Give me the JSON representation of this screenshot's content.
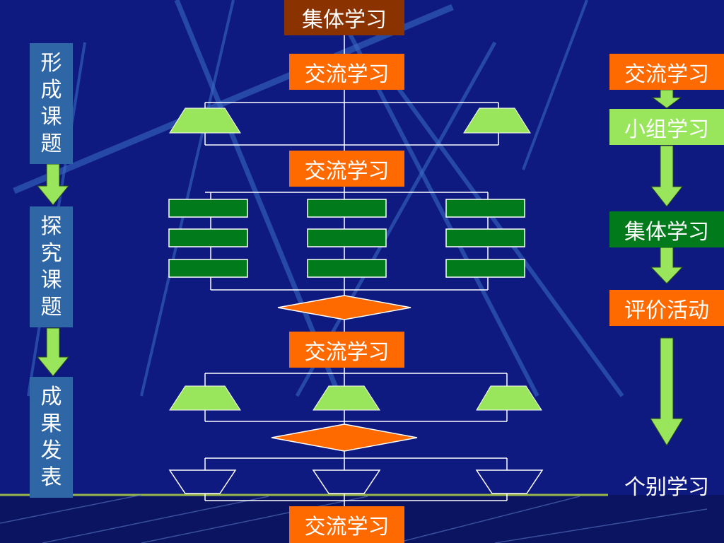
{
  "colors": {
    "background": "#0f1a80",
    "orange": "#ff6a00",
    "brown": "#8a3300",
    "light_green": "#99e65c",
    "dark_green": "#007a1a",
    "side_blue": "#2f66a6",
    "line": "#ffffff"
  },
  "left_column": {
    "stages": [
      {
        "label": "形成课题"
      },
      {
        "label": "探究课题"
      },
      {
        "label": "成果发表"
      }
    ]
  },
  "center_flow": {
    "top_node": "集体学习",
    "exchange_1": "交流学习",
    "exchange_2": "交流学习",
    "exchange_3": "交流学习",
    "exchange_4": "交流学习"
  },
  "right_column": {
    "steps": [
      "交流学习",
      "小组学习",
      "集体学习",
      "评价活动",
      "个别学习"
    ]
  }
}
